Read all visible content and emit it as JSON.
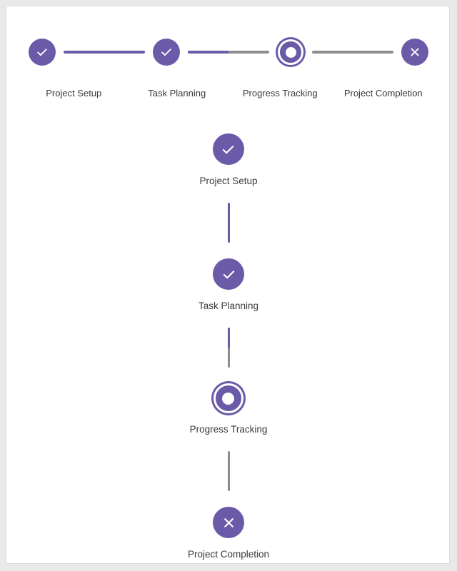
{
  "theme": {
    "accent_color": "#6a5aa8",
    "inactive_color": "#8c8c8c",
    "label_color": "#3a3a3a",
    "card_background": "#ffffff",
    "page_background": "#e9e9e9"
  },
  "horizontal_stepper": {
    "orientation": "horizontal",
    "steps": [
      {
        "label": "Project Setup",
        "state": "completed",
        "icon": "check-icon"
      },
      {
        "label": "Task Planning",
        "state": "completed",
        "icon": "check-icon"
      },
      {
        "label": "Progress Tracking",
        "state": "active",
        "icon": "active-dot-icon"
      },
      {
        "label": "Project Completion",
        "state": "error",
        "icon": "close-x-icon"
      }
    ],
    "connectors": [
      {
        "progress_percent": 100
      },
      {
        "progress_percent": 50
      },
      {
        "progress_percent": 0
      }
    ]
  },
  "vertical_stepper": {
    "orientation": "vertical",
    "steps": [
      {
        "label": "Project Setup",
        "state": "completed",
        "icon": "check-icon"
      },
      {
        "label": "Task Planning",
        "state": "completed",
        "icon": "check-icon"
      },
      {
        "label": "Progress Tracking",
        "state": "active",
        "icon": "active-dot-icon"
      },
      {
        "label": "Project Completion",
        "state": "error",
        "icon": "close-x-icon"
      }
    ],
    "connectors": [
      {
        "progress_percent": 100
      },
      {
        "progress_percent": 50
      },
      {
        "progress_percent": 0
      }
    ]
  }
}
